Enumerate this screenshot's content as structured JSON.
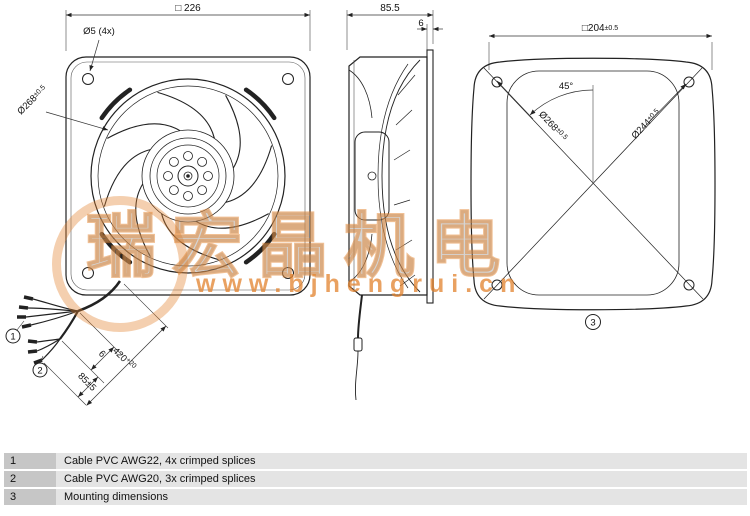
{
  "drawing": {
    "front": {
      "dim_width": "□ 226",
      "dim_holes": "Ø5 (4x)",
      "d268": "Ø268",
      "d268_tol": "±0.5",
      "dim_cable_6": "6",
      "dim_cable_85": "85±5",
      "dim_cable_420": "420",
      "dim_cable_420_tol": "+20",
      "callout_1": "1",
      "callout_2": "2"
    },
    "side": {
      "dim_depth": "85.5",
      "dim_plate": "6"
    },
    "mounting": {
      "d204": "□204",
      "d204_tol": "±0.5",
      "angle": "45°",
      "d268": "Ø268",
      "d268_tol": "±0.5",
      "d244": "Ø244",
      "d244_tol": "±0.5",
      "callout_3": "3"
    }
  },
  "watermark": {
    "cn": "瑞宏晶机电",
    "url": "www.bjhengrui.cn",
    "accent_color": "#e2822c"
  },
  "legend": {
    "rows": [
      {
        "num": "1",
        "desc": "Cable PVC AWG22, 4x crimped splices"
      },
      {
        "num": "2",
        "desc": "Cable PVC AWG20, 3x crimped splices"
      },
      {
        "num": "3",
        "desc": "Mounting dimensions"
      }
    ]
  }
}
